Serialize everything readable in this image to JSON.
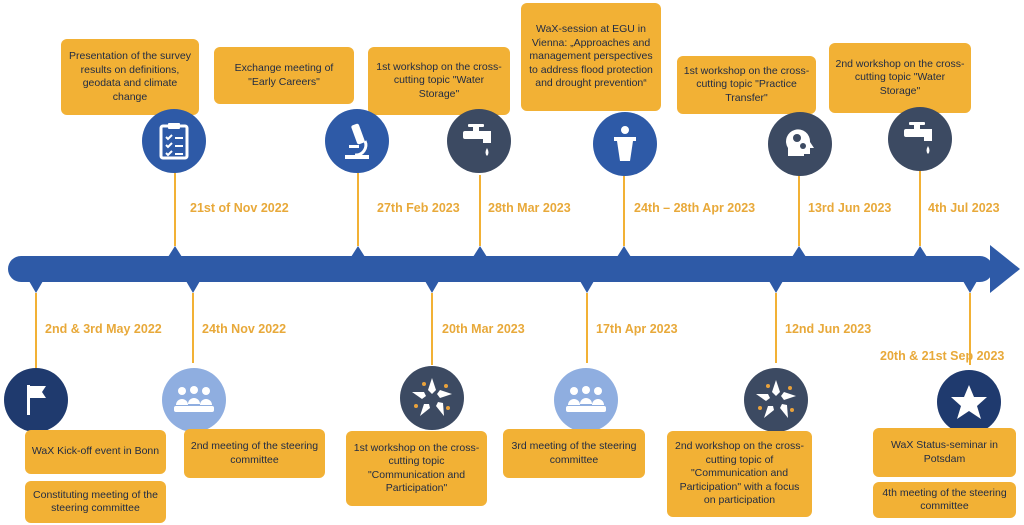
{
  "top_events": [
    {
      "id": "survey",
      "text": "Presentation of the survey results on definitions, geodata and climate change",
      "date": "21st of Nov 2022",
      "icon": "clipboard-icon"
    },
    {
      "id": "early",
      "text": "Exchange meeting  of \"Early Careers\"",
      "date": "27th  Feb 2023",
      "icon": "microscope-icon"
    },
    {
      "id": "ws-water1",
      "text": "1st workshop on the cross-cutting topic \"Water Storage\"",
      "date": "28th Mar 2023",
      "icon": "water-tap-icon"
    },
    {
      "id": "egu",
      "text": "WaX-session at EGU in Vienna: „Approaches and management perspectives to address flood protection and drought prevention“",
      "date": "24th – 28th Apr 2023",
      "icon": "podium-icon"
    },
    {
      "id": "ws-practice",
      "text": "1st workshop on the cross-cutting topic \"Practice Transfer\"",
      "date": "13rd Jun 2023",
      "icon": "head-gears-icon"
    },
    {
      "id": "ws-water2",
      "text": "2nd workshop on the cross-cutting topic \"Water Storage\"",
      "date": "4th Jul 2023",
      "icon": "water-tap-icon"
    }
  ],
  "bottom_events": [
    {
      "id": "kickoff",
      "text": "WaX Kick-off event in Bonn",
      "text2": "Constituting meeting of the steering committee",
      "date": "2nd & 3rd May 2022",
      "icon": "flag-icon"
    },
    {
      "id": "steer2",
      "text": "2nd meeting of the steering committee",
      "date": "24th Nov 2022",
      "icon": "group-meeting-icon"
    },
    {
      "id": "ws-comm1",
      "text": "1st workshop on the cross-cutting topic \"Communication and Participation\"",
      "date": "20th Mar 2023",
      "icon": "hands-together-icon"
    },
    {
      "id": "steer3",
      "text": "3rd meeting of the steering committee",
      "date": "17th Apr 2023",
      "icon": "group-meeting-icon"
    },
    {
      "id": "ws-comm2",
      "text": "2nd workshop on the cross-cutting topic of \"Communication and Participation\" with a focus on participation",
      "date": "12nd Jun 2023",
      "icon": "hands-together-icon"
    },
    {
      "id": "seminar",
      "text": "WaX Status-seminar  in Potsdam",
      "text2": "4th meeting of the steering committee",
      "date": "20th & 21st Sep 2023",
      "icon": "star-icon"
    }
  ],
  "colors": {
    "arrow": "#2E5AA7",
    "box": "#F2B135",
    "date": "#E8A93A"
  }
}
